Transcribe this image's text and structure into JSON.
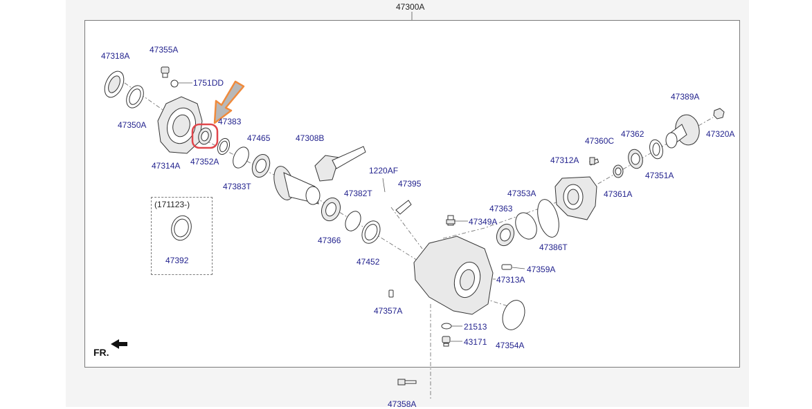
{
  "diagram": {
    "title_part": "47300A",
    "direction_label": "FR.",
    "variant_note": "(171123-)",
    "highlight": {
      "part": "47352A",
      "ring_color": "#e0464b",
      "arrow_color": "#f08a3c"
    },
    "label_color": "#23238e",
    "parts": [
      "47318A",
      "47355A",
      "1751DD",
      "47350A",
      "47314A",
      "47352A",
      "47383",
      "47465",
      "47308B",
      "47383T",
      "1220AF",
      "47395",
      "47382T",
      "47366",
      "47452",
      "47392",
      "47349A",
      "47363",
      "47353A",
      "47386T",
      "47312A",
      "47360C",
      "47362",
      "47389A",
      "47320A",
      "47351A",
      "47361A",
      "47359A",
      "47313A",
      "47357A",
      "21513",
      "43171",
      "47354A",
      "47358A"
    ]
  }
}
